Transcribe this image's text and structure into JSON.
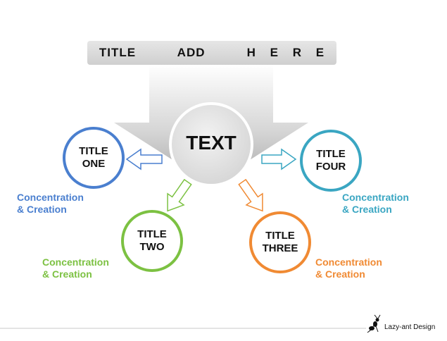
{
  "header": {
    "title": "TITLE   ADD   H E R E"
  },
  "center": {
    "label": "TEXT"
  },
  "nodes": [
    {
      "id": "one",
      "lines": [
        "TITLE",
        "ONE"
      ],
      "color": "#4a7fcf",
      "caption": [
        "Concentration",
        "& Creation"
      ]
    },
    {
      "id": "two",
      "lines": [
        "TITLE",
        "TWO"
      ],
      "color": "#7cc142",
      "caption": [
        "Concentration",
        "& Creation"
      ]
    },
    {
      "id": "three",
      "lines": [
        "TITLE",
        "THREE"
      ],
      "color": "#f08a33",
      "caption": [
        "Concentration",
        "& Creation"
      ]
    },
    {
      "id": "four",
      "lines": [
        "TITLE",
        "FOUR"
      ],
      "color": "#3aa6c2",
      "caption": [
        "Concentration",
        "& Creation"
      ]
    }
  ],
  "footer": {
    "brand": "Lazy-ant Design"
  },
  "colors": {
    "banner": "#d9d9d9",
    "center_circle": "#dcdcdc",
    "footer_line": "#c8c8c8"
  }
}
